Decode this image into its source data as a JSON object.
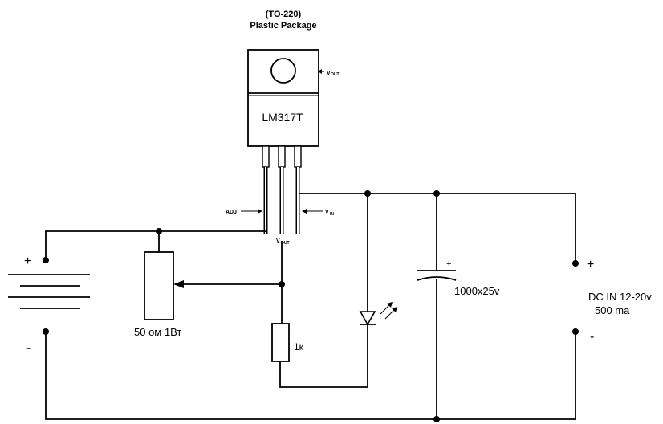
{
  "package": {
    "title": "(TO-220)",
    "subtitle": "Plastic Package",
    "part_number": "LM317T"
  },
  "pins": {
    "vout_tab_v": "V",
    "vout_tab_sub": "OUT",
    "adj": "ADJ",
    "vin_v": "V",
    "vin_sub": "IN",
    "vout_pin_v": "V",
    "vout_pin_sub": "OUT"
  },
  "components": {
    "pot_label": "50 ом  1Вт",
    "resistor_label": "1к",
    "capacitor_label": "1000x25v",
    "capacitor_polarity": "+"
  },
  "output_terminal": {
    "plus": "+",
    "minus": "-"
  },
  "input_terminal": {
    "plus": "+",
    "minus": "-",
    "label_line1": "DC IN  12-20v",
    "label_line2": "500 ma"
  }
}
